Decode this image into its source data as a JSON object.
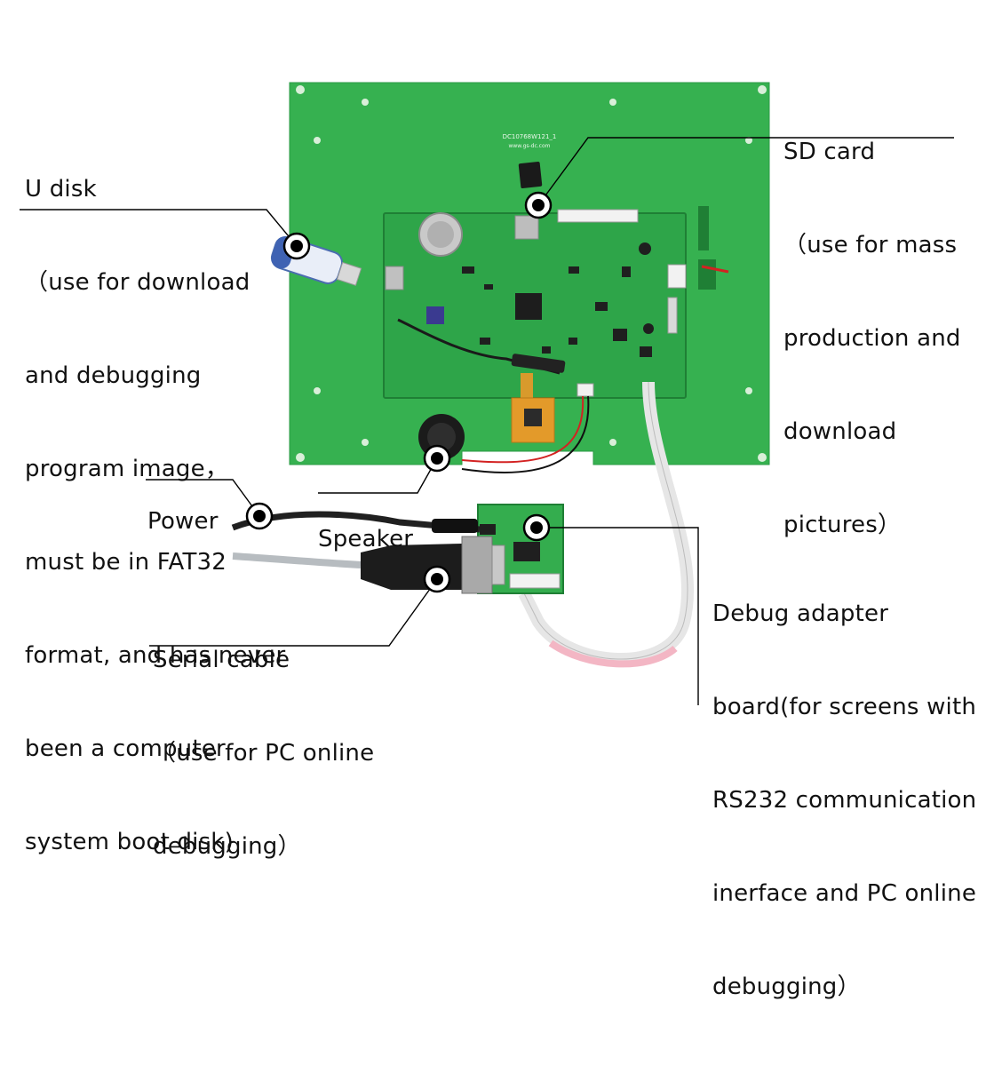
{
  "labels": {
    "u_disk": [
      "U disk",
      "（use for download",
      "and debugging",
      "program image，",
      "must be in FAT32",
      "format, and has never",
      "been a computer",
      "system boot disk)"
    ],
    "sd_card": [
      "SD card",
      "（use for mass",
      "production and",
      "download",
      "pictures）"
    ],
    "power": [
      "Power"
    ],
    "speaker": [
      "Speaker"
    ],
    "serial_cable": [
      "Serial cable",
      "（use for PC online",
      "debugging）"
    ],
    "debug_adapter": [
      "Debug adapter",
      "board(for screens with",
      "RS232 communication",
      "inerface and PC online",
      "debugging）"
    ]
  },
  "board": {
    "silkscreen_model": "DC10768W121_1",
    "silkscreen_url": "www.gs-dc.com"
  },
  "colors": {
    "pcb": "#2fae4b",
    "pcb_dark": "#1f7f35",
    "marker": "#000000",
    "leader": "#000000"
  }
}
